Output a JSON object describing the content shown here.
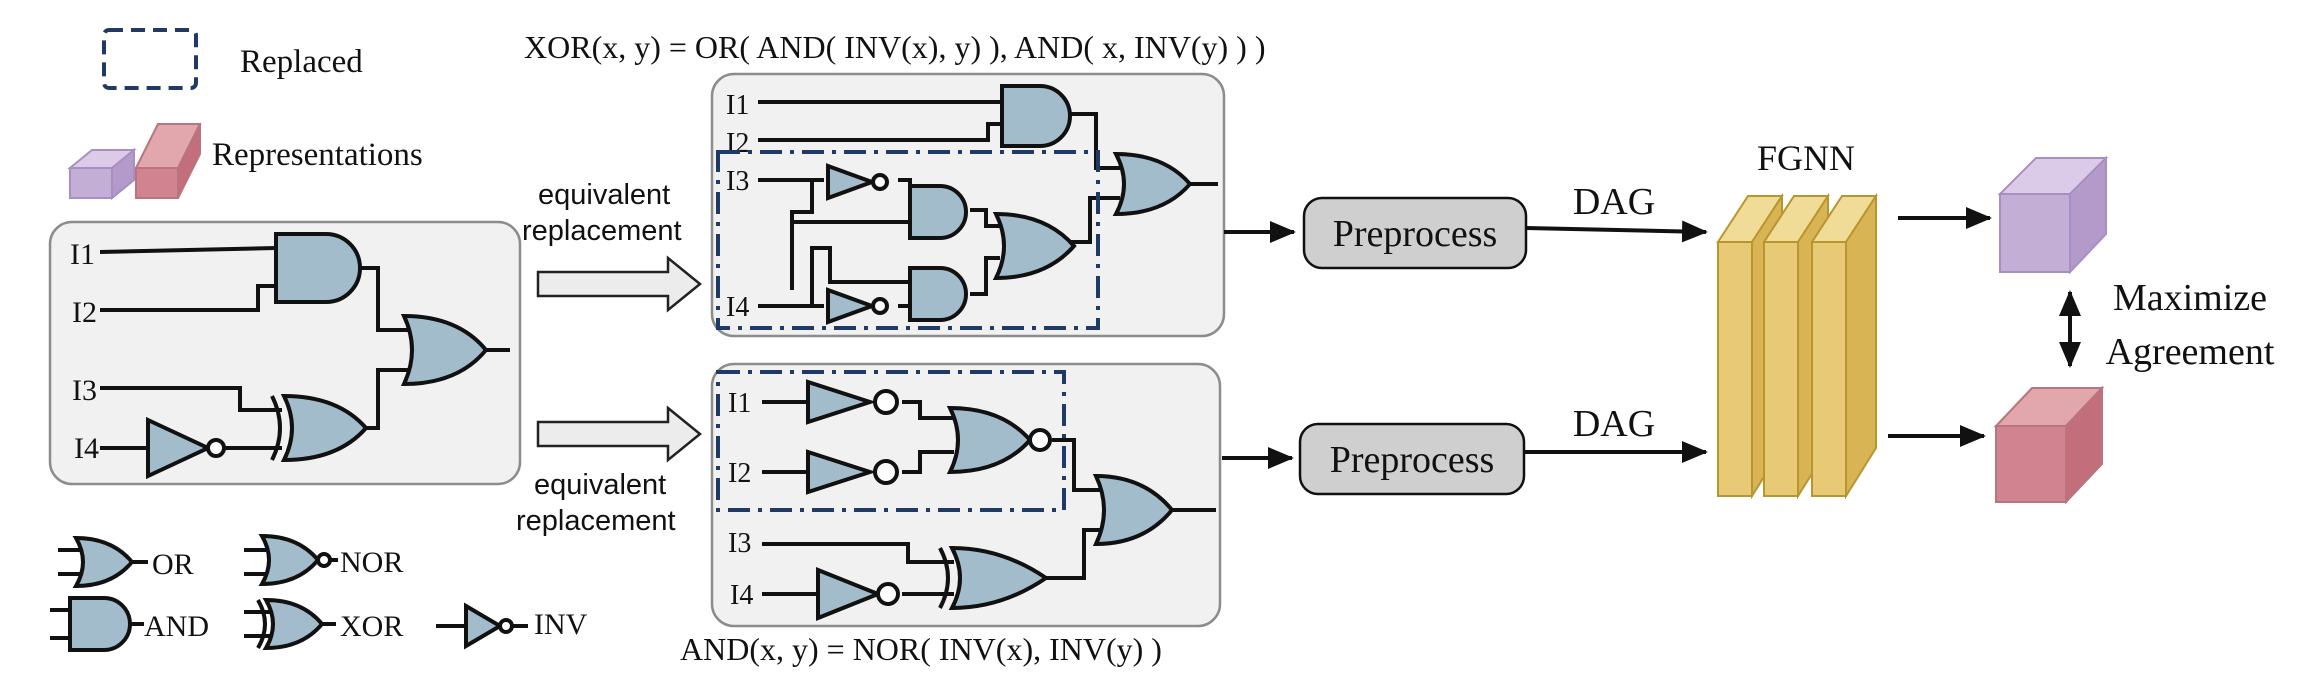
{
  "legend": {
    "replaced": "Replaced",
    "representations": "Representations",
    "gates": {
      "or": "OR",
      "nor": "NOR",
      "and": "AND",
      "xor": "XOR",
      "inv": "INV"
    },
    "colors": {
      "purple": "#c3aed6",
      "red": "#d1848f",
      "dashed_blue": "#1f3a64"
    }
  },
  "original_circuit": {
    "inputs": [
      "I1",
      "I2",
      "I3",
      "I4"
    ]
  },
  "equivalent_replacement": [
    "equivalent",
    "replacement"
  ],
  "top": {
    "formula": "XOR(x, y) = OR( AND( INV(x), y) ), AND( x, INV(y) ) )",
    "inputs": [
      "I1",
      "I2",
      "I3",
      "I4"
    ]
  },
  "bottom": {
    "formula": "AND(x, y) = NOR( INV(x), INV(y) )",
    "inputs": [
      "I1",
      "I2",
      "I3",
      "I4"
    ]
  },
  "preprocess": "Preprocess",
  "dag": "DAG",
  "fgnn": "FGNN",
  "maximize": [
    "Maximize",
    "Agreement"
  ],
  "colors": {
    "gate_fill": "#a3bccb",
    "panel_fill": "#f1f1f1",
    "preprocess_fill": "#cfcfcf",
    "fgnn_fill": "#e8c976"
  }
}
